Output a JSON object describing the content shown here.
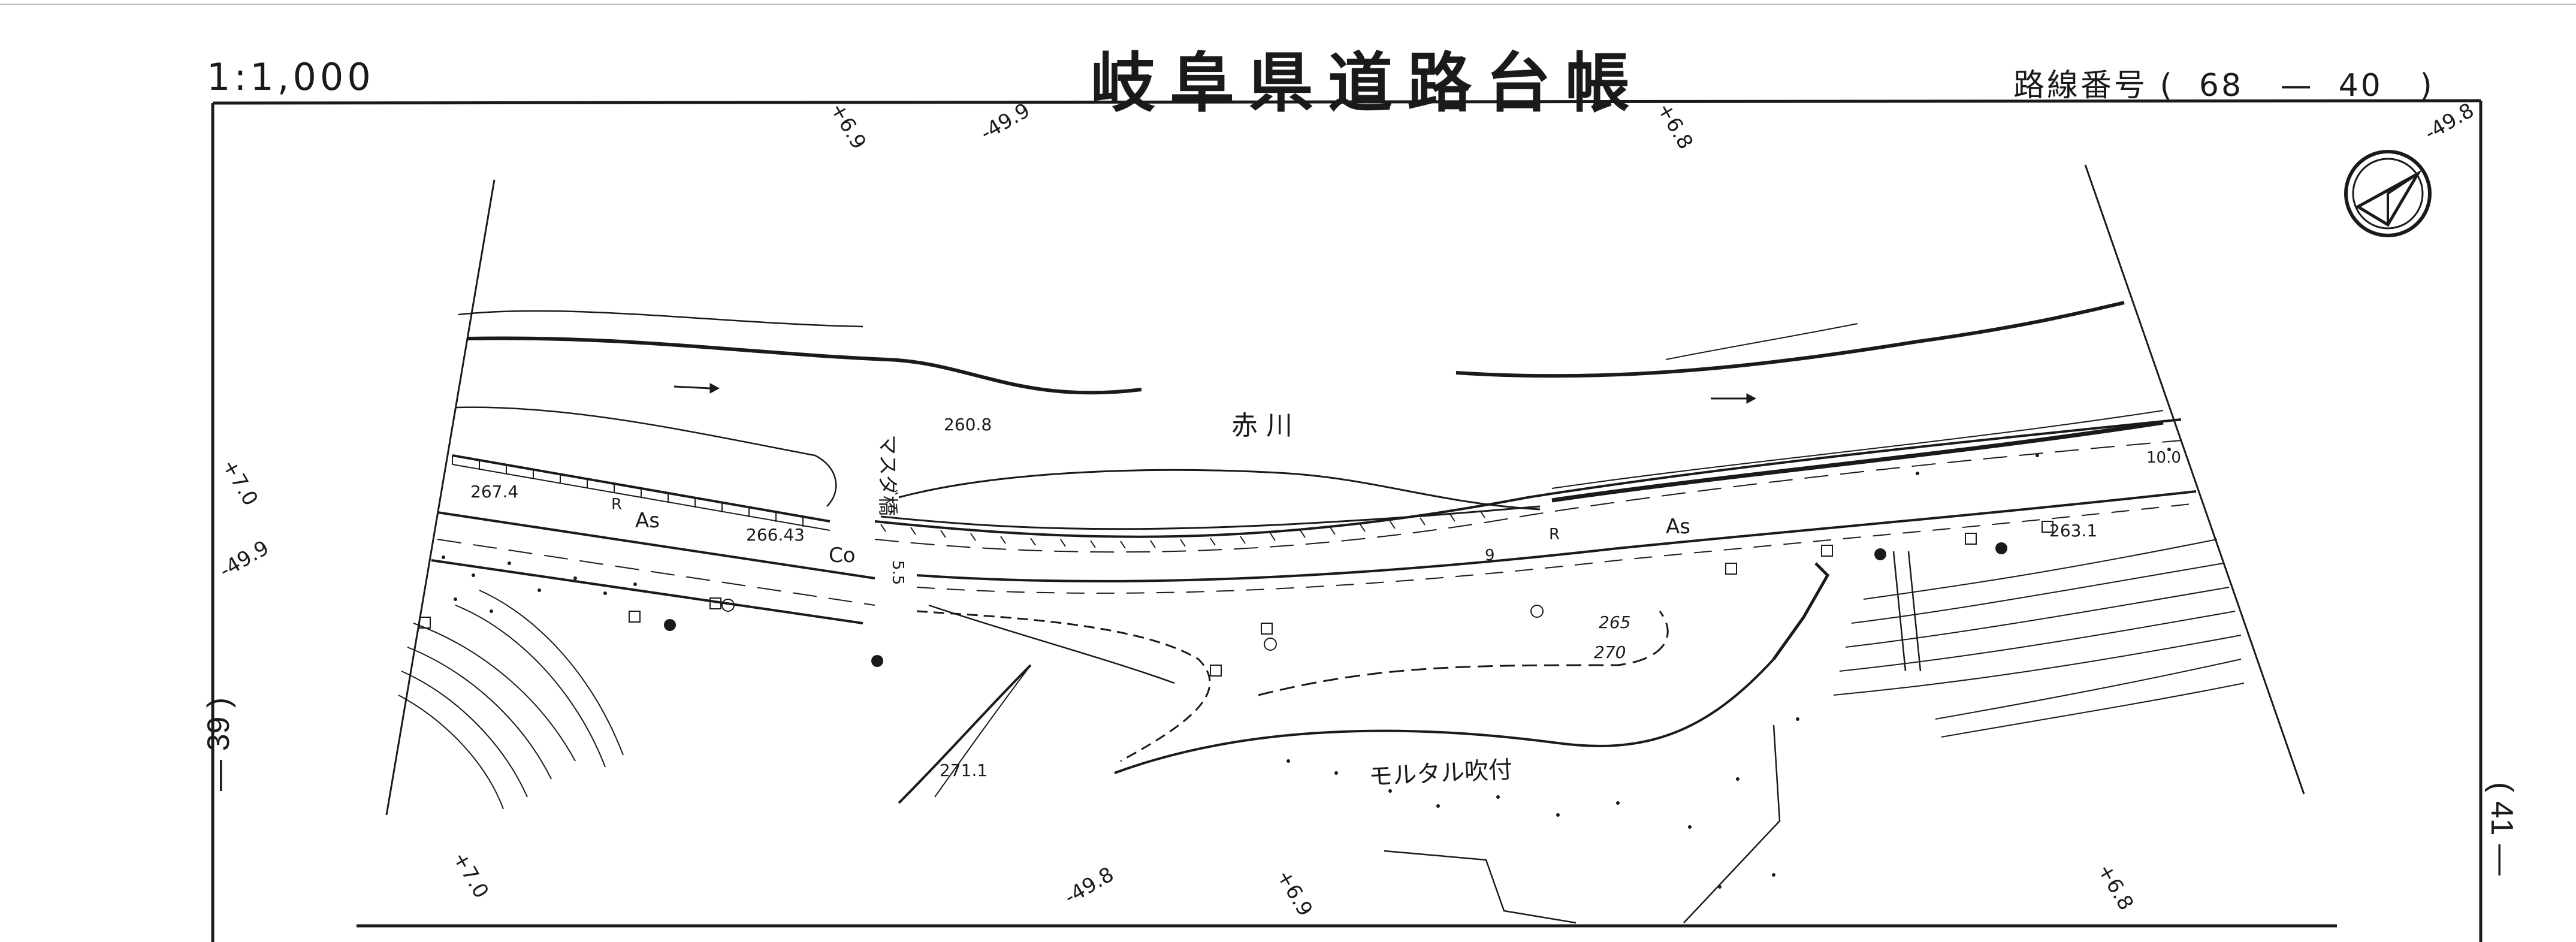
{
  "header": {
    "scale": "1:1,000",
    "title": "岐阜県道路台帳",
    "route": "路線番号 (  68   —  40   )"
  },
  "sheet": {
    "left_number": "— 39 )",
    "right_number": "( 41 —"
  },
  "map_labels": {
    "river_name": "赤  川",
    "bridge_name": "マスダ橋",
    "surface_treatment": "モルタル吹付",
    "road_surface": "As",
    "concrete": "Co",
    "road_mark": "R",
    "elevations": [
      "260.8",
      "267.4",
      "266.43",
      "271.1",
      "263.1",
      "265",
      "270",
      "10.0",
      "5.5",
      "9"
    ],
    "grid_ticks": [
      "+6.9",
      "-49.9",
      "+6.8",
      "-49.8",
      "+7.0",
      "-49.9",
      "+7.0",
      "-49.8",
      "+6.9",
      "+6.8"
    ]
  },
  "north_arrow": "north-arrow-icon",
  "colors": {
    "ink": "#1a1a1a",
    "paper": "#ffffff"
  }
}
